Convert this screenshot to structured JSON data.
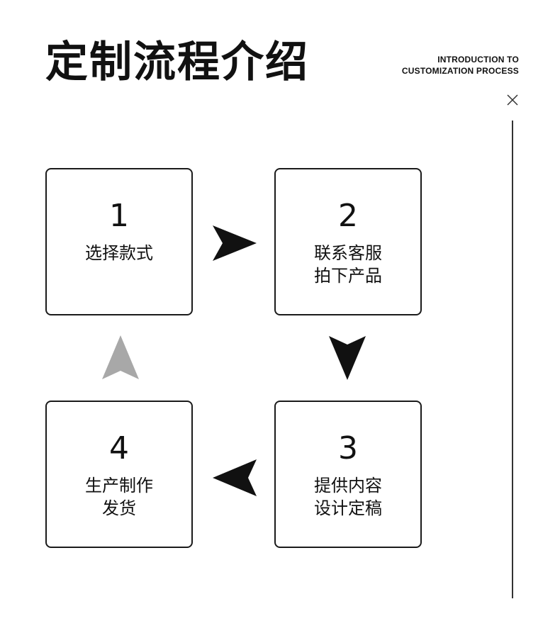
{
  "header": {
    "title": "定制流程介绍",
    "subtitle_line1": "INTRODUCTION TO",
    "subtitle_line2": "CUSTOMIZATION PROCESS"
  },
  "steps": [
    {
      "number": "1",
      "label_line1": "选择款式",
      "label_line2": ""
    },
    {
      "number": "2",
      "label_line1": "联系客服",
      "label_line2": "拍下产品"
    },
    {
      "number": "3",
      "label_line1": "提供内容",
      "label_line2": "设计定稿"
    },
    {
      "number": "4",
      "label_line1": "生产制作",
      "label_line2": "发货"
    }
  ],
  "colors": {
    "text": "#111111",
    "arrow_dark": "#111111",
    "arrow_gray": "#a8a8a8",
    "border": "#1a1a1a"
  }
}
